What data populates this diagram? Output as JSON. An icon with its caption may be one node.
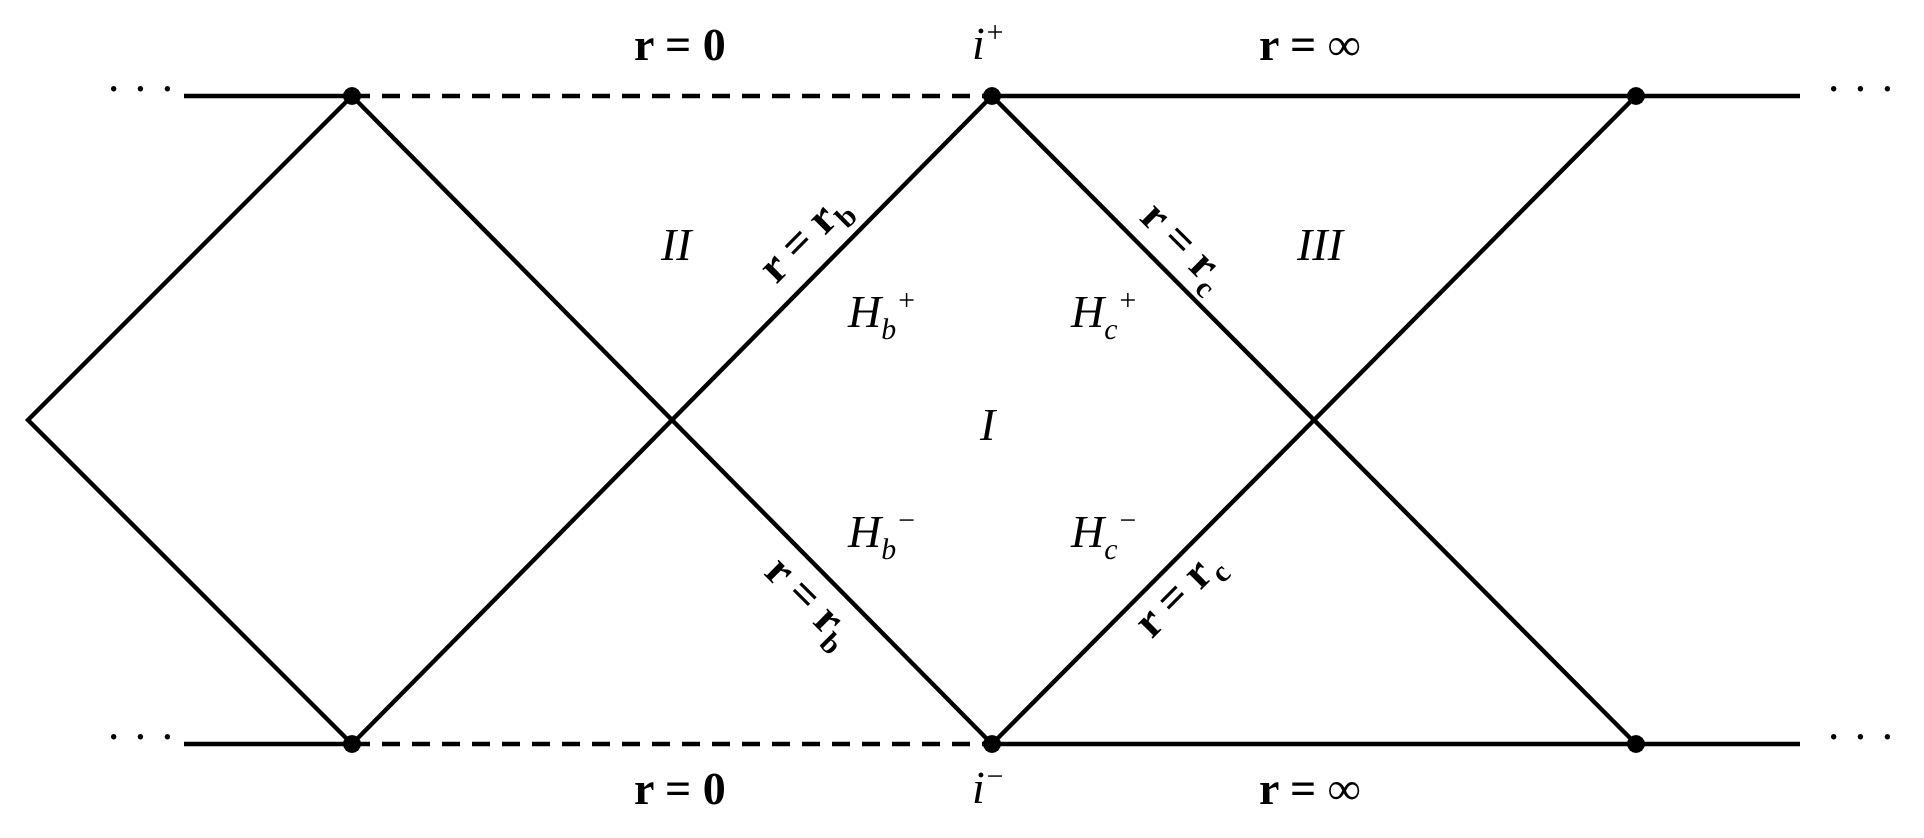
{
  "diagram": {
    "labels": [
      "· · ·",
      "r = 0",
      "i$^{+}$",
      "r = ∞",
      "· · ·",
      "II",
      "r = r$_{b}$",
      "r = r$_{c}$",
      "III",
      "H$_{b}$$^{+}$",
      "H$_{c}$$^{+}$",
      "I",
      "H$_{b}$$^{−}$",
      "H$_{c}$$^{−}$",
      "r = r$_{b}$",
      "r = r$_{c}$",
      "· · ·",
      "r = 0",
      "i$^{−}$",
      "r = ∞",
      "· · ·"
    ]
  }
}
